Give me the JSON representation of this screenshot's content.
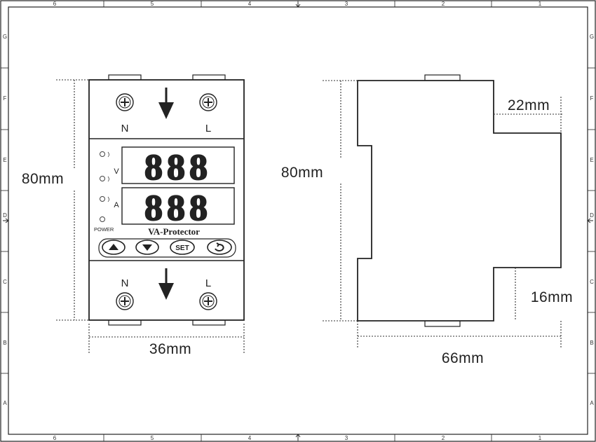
{
  "frame": {
    "top_columns": [
      "6",
      "5",
      "4",
      "3",
      "2",
      "1"
    ],
    "rows": [
      "G",
      "F",
      "E",
      "D",
      "C",
      "B",
      "A"
    ]
  },
  "front_view": {
    "terminal_left": "N",
    "terminal_right": "L",
    "voltage_unit": "V",
    "current_unit": "A",
    "display_digits": "888",
    "power_label": "POWER",
    "brand": "VA-Protector",
    "set_button": "SET",
    "height_dim": "80mm",
    "width_dim": "36mm"
  },
  "side_view": {
    "height_dim": "80mm",
    "top_step_dim": "22mm",
    "bottom_step_dim": "16mm",
    "depth_dim": "66mm"
  },
  "colors": {
    "line": "#222222",
    "dotted": "#333333",
    "background": "#ffffff"
  }
}
